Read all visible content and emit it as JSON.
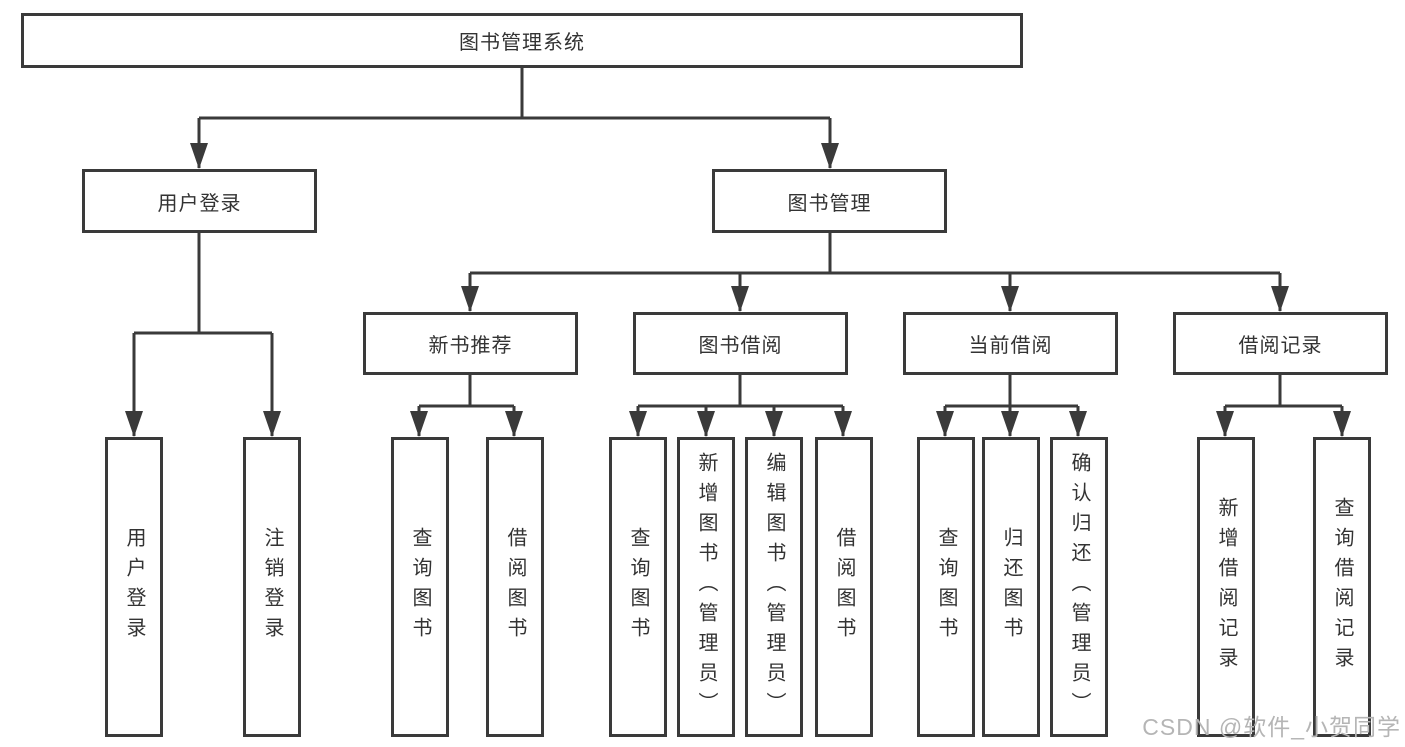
{
  "colors": {
    "line": "#3a3a3a",
    "text": "#333333",
    "background": "#ffffff",
    "watermark": "#b5b5b5"
  },
  "watermark": {
    "text": "CSDN @软件_小贺同学"
  },
  "tree": {
    "root": {
      "label": "图书管理系统",
      "children": [
        {
          "label": "用户登录",
          "children": [
            {
              "label": "用户登录"
            },
            {
              "label": "注销登录"
            }
          ]
        },
        {
          "label": "图书管理",
          "children": [
            {
              "label": "新书推荐",
              "children": [
                {
                  "label": "查询图书"
                },
                {
                  "label": "借阅图书"
                }
              ]
            },
            {
              "label": "图书借阅",
              "children": [
                {
                  "label": "查询图书"
                },
                {
                  "label": "新增图书（管理员）"
                },
                {
                  "label": "编辑图书（管理员）"
                },
                {
                  "label": "借阅图书"
                }
              ]
            },
            {
              "label": "当前借阅",
              "children": [
                {
                  "label": "查询图书"
                },
                {
                  "label": "归还图书"
                },
                {
                  "label": "确认归还（管理员）"
                }
              ]
            },
            {
              "label": "借阅记录",
              "children": [
                {
                  "label": "新增借阅记录"
                },
                {
                  "label": "查询借阅记录"
                }
              ]
            }
          ]
        }
      ]
    }
  }
}
